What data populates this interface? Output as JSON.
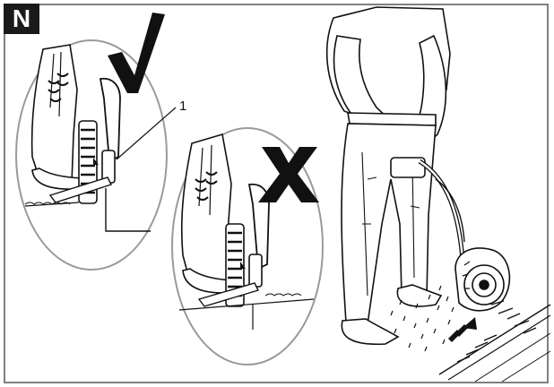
{
  "figure": {
    "tag_letter": "N",
    "callout_number": "1",
    "correct_mark": "check-mark",
    "incorrect_mark": "x-mark",
    "colors": {
      "ink": "#111111",
      "frame": "#808080",
      "zoom_ellipse": "#9a9a9a",
      "tag_background": "#1a1a1a"
    }
  }
}
